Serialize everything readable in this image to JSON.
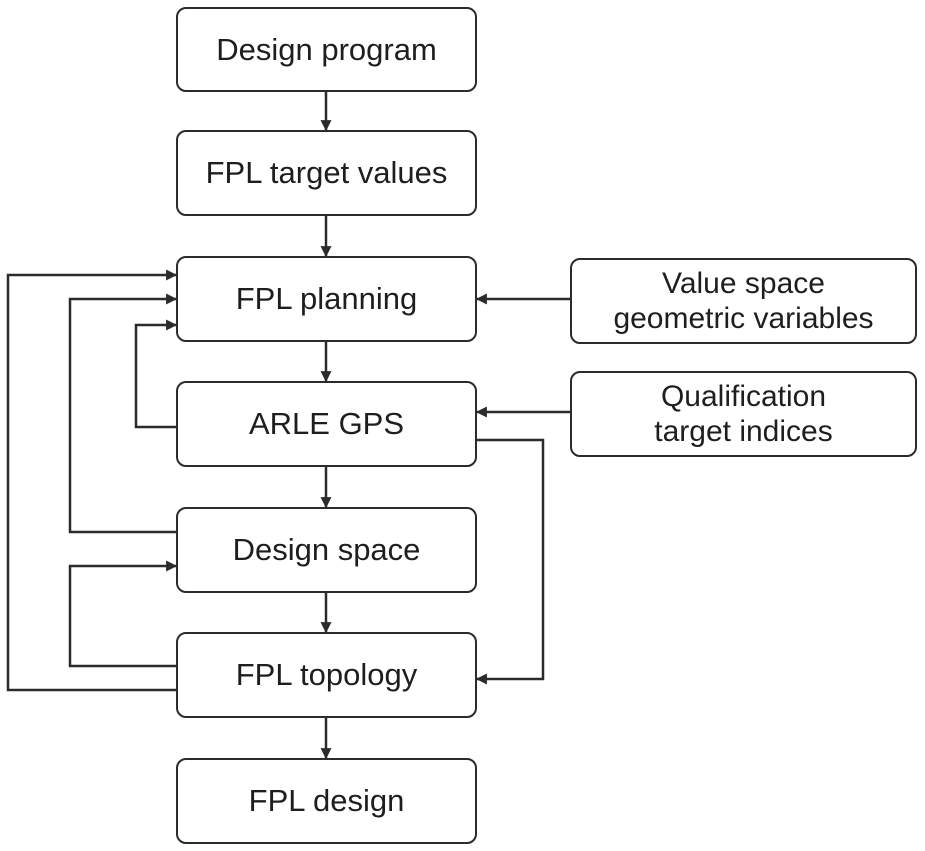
{
  "nodes": {
    "design_program": "Design program",
    "fpl_target_values": "FPL target values",
    "fpl_planning": "FPL planning",
    "arle_gps": "ARLE GPS",
    "design_space": "Design space",
    "fpl_topology": "FPL topology",
    "fpl_design": "FPL design",
    "value_space_line1": "Value space",
    "value_space_line2": "geometric variables",
    "qualification_line1": "Qualification",
    "qualification_line2": "target indices"
  },
  "colors": {
    "line": "#2b2b2b",
    "text": "#1e1e1e",
    "background": "#ffffff"
  }
}
